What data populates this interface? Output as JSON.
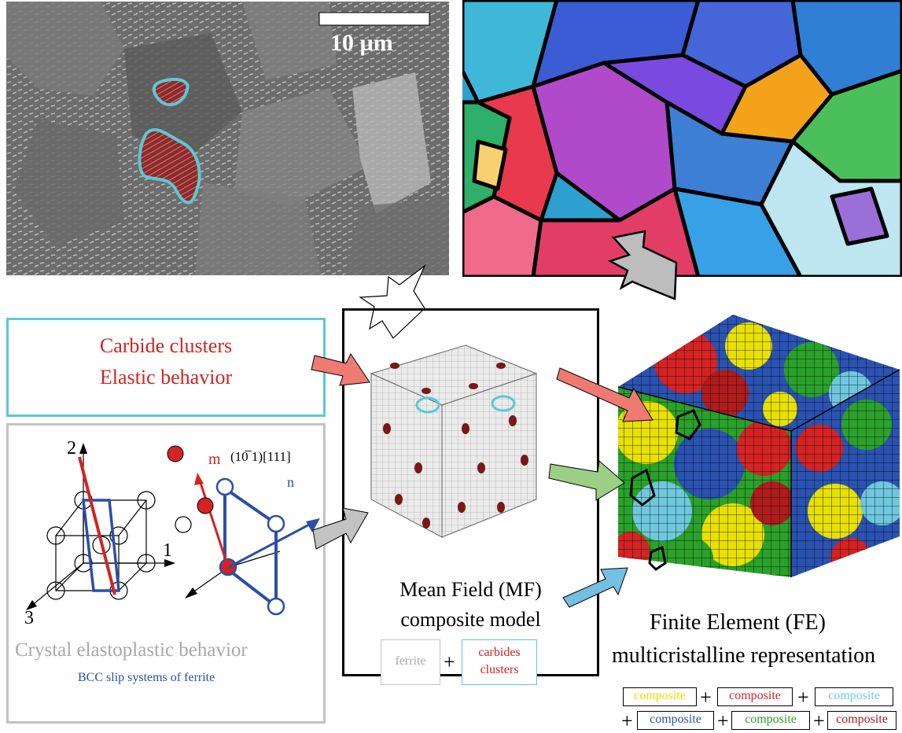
{
  "micrograph": {
    "scale_bar_label": "10 µm"
  },
  "carbide_box": {
    "line1": "Carbide clusters",
    "line2": "Elastic behavior",
    "border_color": "#5cc8d4",
    "text_color": "#d42323"
  },
  "crystal_box": {
    "axis_labels": {
      "axis1": "1",
      "axis2": "2",
      "axis3": "3"
    },
    "slip_label": "(10̅ 1)[111]",
    "m_label": "m",
    "n_label": "n",
    "title": "Crystal elastoplastic behavior",
    "subtitle": "BCC slip systems of ferrite",
    "title_color": "#a8a8a8",
    "subtitle_color": "#2b4ea8"
  },
  "mf_box": {
    "title_line1": "Mean Field (MF)",
    "title_line2": "composite model",
    "ferrite_label": "ferrite",
    "plus": "+",
    "carbides_line1": "carbides",
    "carbides_line2": "clusters"
  },
  "fe_section": {
    "title_line1": "Finite Element (FE)",
    "title_line2": "multicristalline representation",
    "composites_row1": [
      {
        "label": "composite",
        "color": "#e8e000"
      },
      {
        "label": "composite",
        "color": "#d42323"
      },
      {
        "label": "composite",
        "color": "#6fc7dd"
      }
    ],
    "composites_row2": [
      {
        "label": "composite",
        "color": "#2a52b0"
      },
      {
        "label": "composite",
        "color": "#2aa12a"
      },
      {
        "label": "composite",
        "color": "#b01c1c"
      }
    ],
    "plus": "+"
  }
}
